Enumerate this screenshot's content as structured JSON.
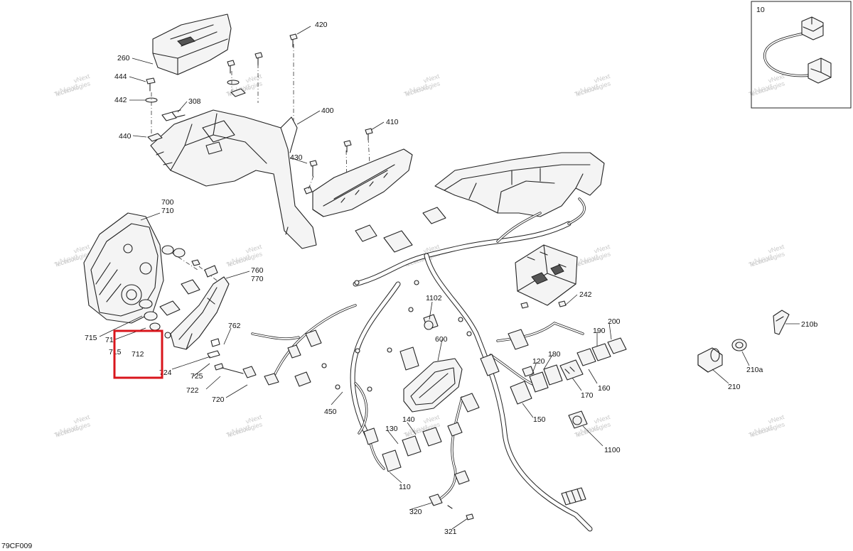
{
  "diagram": {
    "code": "79CF009",
    "highlight_colour": "#d9161c",
    "watermark": {
      "line1": "vNext",
      "line2": "Technologies"
    },
    "callouts": [
      {
        "id": "420",
        "text": "420"
      },
      {
        "id": "260",
        "text": "260"
      },
      {
        "id": "444",
        "text": "444"
      },
      {
        "id": "442",
        "text": "442"
      },
      {
        "id": "308",
        "text": "308"
      },
      {
        "id": "440",
        "text": "440"
      },
      {
        "id": "400",
        "text": "400"
      },
      {
        "id": "410",
        "text": "410"
      },
      {
        "id": "430",
        "text": "430"
      },
      {
        "id": "700",
        "text": "700"
      },
      {
        "id": "710",
        "text": "710"
      },
      {
        "id": "760",
        "text": "760"
      },
      {
        "id": "770",
        "text": "770"
      },
      {
        "id": "715",
        "text": "715"
      },
      {
        "id": "714",
        "text": "71"
      },
      {
        "id": "715b",
        "text": "715"
      },
      {
        "id": "712",
        "text": "712"
      },
      {
        "id": "762",
        "text": "762"
      },
      {
        "id": "724",
        "text": "724"
      },
      {
        "id": "725",
        "text": "725"
      },
      {
        "id": "722",
        "text": "722"
      },
      {
        "id": "720",
        "text": "720"
      },
      {
        "id": "1102",
        "text": "1102"
      },
      {
        "id": "600",
        "text": "600"
      },
      {
        "id": "450",
        "text": "450"
      },
      {
        "id": "242",
        "text": "242"
      },
      {
        "id": "200",
        "text": "200"
      },
      {
        "id": "190",
        "text": "190"
      },
      {
        "id": "180",
        "text": "180"
      },
      {
        "id": "120",
        "text": "120"
      },
      {
        "id": "170",
        "text": "170"
      },
      {
        "id": "160",
        "text": "160"
      },
      {
        "id": "150",
        "text": "150"
      },
      {
        "id": "140",
        "text": "140"
      },
      {
        "id": "130",
        "text": "130"
      },
      {
        "id": "110",
        "text": "110"
      },
      {
        "id": "1100",
        "text": "1100"
      },
      {
        "id": "320",
        "text": "320"
      },
      {
        "id": "321",
        "text": "321"
      },
      {
        "id": "210b",
        "text": "210b"
      },
      {
        "id": "210a",
        "text": "210a"
      },
      {
        "id": "210",
        "text": "210"
      },
      {
        "id": "10",
        "text": "10"
      }
    ]
  }
}
